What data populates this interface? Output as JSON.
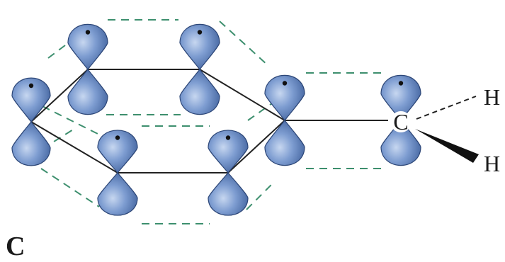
{
  "figure": {
    "panel_label": "C"
  },
  "atoms": {
    "carbon": "C",
    "hydrogen_top": "H",
    "hydrogen_bottom": "H"
  },
  "colors": {
    "orbital_light": "#a9bfe3",
    "orbital_mid": "#6f8fc7",
    "orbital_dark": "#3c5f9b",
    "orbital_outline": "#2c4677",
    "overlap_dash": "#3d8f6e",
    "bond": "#222222"
  }
}
